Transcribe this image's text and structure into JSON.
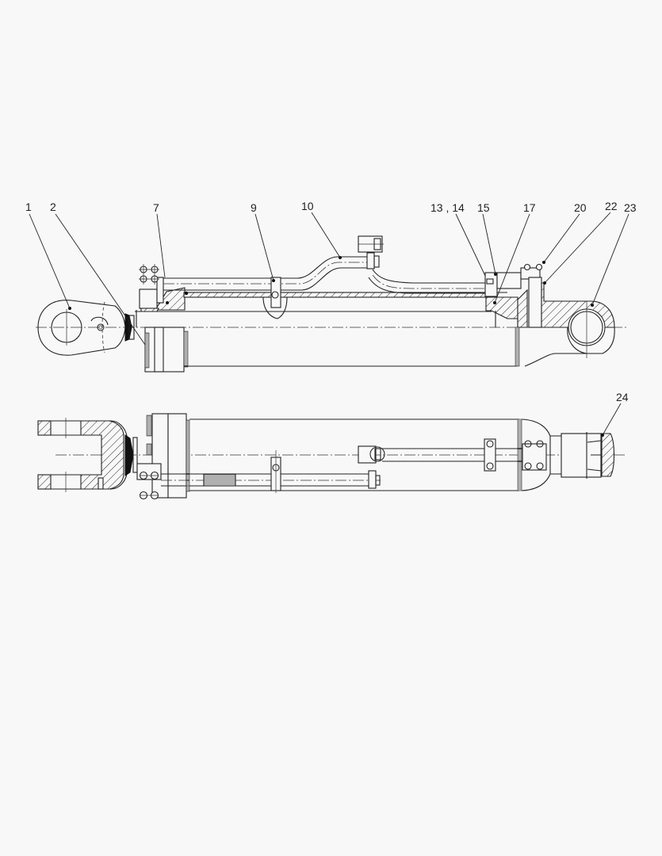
{
  "drawing": {
    "background": "#f8f8f8",
    "line_color": "#222222",
    "views": [
      "side-section-view",
      "top-view"
    ]
  },
  "callouts": {
    "c1": "1",
    "c2": "2",
    "c7": "7",
    "c9": "9",
    "c10": "10",
    "c13_14": "13 , 14",
    "c15": "15",
    "c17": "17",
    "c20": "20",
    "c22": "22",
    "c23": "23",
    "c24": "24"
  }
}
